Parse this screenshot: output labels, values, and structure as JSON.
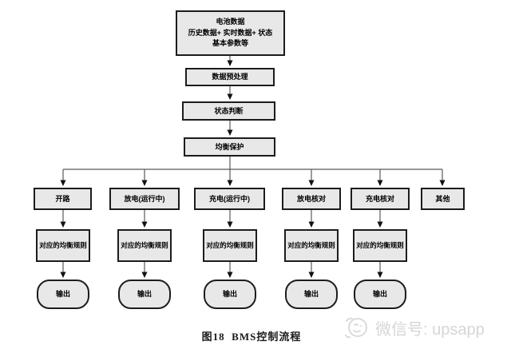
{
  "diagram": {
    "top_box": {
      "line1": "电池数据",
      "line2": "历史数据+ 实时数据+ 状态",
      "line3": "基本参数等"
    },
    "steps": [
      {
        "label": "数据预处理"
      },
      {
        "label": "状态判断"
      },
      {
        "label": "均衡保护"
      }
    ],
    "branches": [
      {
        "label": "开路"
      },
      {
        "label": "放电(运行中)"
      },
      {
        "label": "充电(运行中)"
      },
      {
        "label": "放电核对"
      },
      {
        "label": "充电核对"
      },
      {
        "label": "其他"
      }
    ],
    "rules": [
      {
        "label": "对应的均衡规则"
      },
      {
        "label": "对应的均衡规则"
      },
      {
        "label": "对应的均衡规则"
      },
      {
        "label": "对应的均衡规则"
      },
      {
        "label": "对应的均衡规则"
      }
    ],
    "outputs": [
      {
        "label": "输出"
      },
      {
        "label": "输出"
      },
      {
        "label": "输出"
      },
      {
        "label": "输出"
      },
      {
        "label": "输出"
      }
    ]
  },
  "caption": "图18  BMS控制流程",
  "watermark": {
    "label": "微信号: upsapp"
  },
  "colors": {
    "box_fill": "#e8e8e8",
    "box_border": "#1c1c1c",
    "connector": "#595959",
    "arrowhead": "#111111",
    "watermark": "#d6d6d6"
  }
}
